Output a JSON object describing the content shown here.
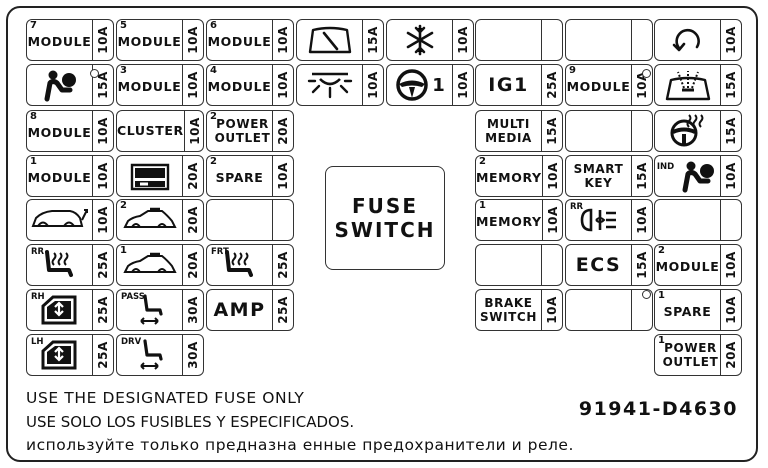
{
  "fuses": {
    "c1r1": {
      "num": "7",
      "label": "MODULE",
      "amp": "10A"
    },
    "c2r1": {
      "num": "5",
      "label": "MODULE",
      "amp": "10A"
    },
    "c3r1": {
      "num": "6",
      "label": "MODULE",
      "amp": "10A"
    },
    "c4r1": {
      "icon": "wiper-icon",
      "amp": "15A"
    },
    "c5r1": {
      "icon": "snowflake-icon",
      "amp": "10A"
    },
    "c6r1": {},
    "c7r1": {},
    "c8r1": {
      "icon": "refresh-icon",
      "amp": "10A"
    },
    "c1r2": {
      "icon": "airbag-icon",
      "amp": "15A"
    },
    "c2r2": {
      "num": "3",
      "label": "MODULE",
      "amp": "10A"
    },
    "c3r2": {
      "num": "4",
      "label": "MODULE",
      "amp": "10A"
    },
    "c4r2": {
      "icon": "room-lamp-icon",
      "amp": "10A"
    },
    "c5r2": {
      "icon": "steering-wheel-icon",
      "icon_text": "1",
      "amp": "10A"
    },
    "c6r2": {
      "label": "IG1",
      "amp": "25A"
    },
    "c7r2": {
      "num": "9",
      "label": "MODULE",
      "amp": "10A"
    },
    "c8r2": {
      "icon": "washer-icon",
      "amp": "15A"
    },
    "c1r3": {
      "num": "8",
      "label": "MODULE",
      "amp": "10A"
    },
    "c2r3": {
      "label": "CLUSTER",
      "amp": "10A"
    },
    "c3r3": {
      "num": "2",
      "label1": "POWER",
      "label2": "OUTLET",
      "amp": "20A"
    },
    "c6r3": {
      "label1": "MULTI",
      "label2": "MEDIA",
      "amp": "15A"
    },
    "c7r3": {},
    "c8r3": {
      "icon": "heated-wheel-icon",
      "amp": "15A"
    },
    "c1r4": {
      "num": "1",
      "label": "MODULE",
      "amp": "10A"
    },
    "c2r4": {
      "icon": "door-lock-icon",
      "amp": "20A"
    },
    "c3r4": {
      "num": "2",
      "label": "SPARE",
      "amp": "10A"
    },
    "c6r4": {
      "num": "2",
      "label": "MEMORY",
      "amp": "10A"
    },
    "c7r4": {
      "label1": "SMART",
      "label2": "KEY",
      "amp": "15A"
    },
    "c8r4": {
      "tag": "IND",
      "icon": "airbag-icon",
      "amp": "10A"
    },
    "c1r5": {
      "icon": "tailgate-icon",
      "amp": "10A"
    },
    "c2r5": {
      "num": "2",
      "icon": "sunroof-icon",
      "amp": "20A"
    },
    "c3r5": {},
    "c6r5": {
      "num": "1",
      "label": "MEMORY",
      "amp": "10A"
    },
    "c7r5": {
      "tag": "RR",
      "icon": "fog-lamp-icon",
      "amp": "10A"
    },
    "c8r5": {},
    "c1r6": {
      "tag": "RR",
      "icon": "seat-heater-icon",
      "amp": "25A"
    },
    "c2r6": {
      "num": "1",
      "icon": "sunroof-icon",
      "amp": "20A"
    },
    "c3r6": {
      "tag": "FRT",
      "icon": "seat-heater-icon",
      "amp": "25A"
    },
    "c6r6": {},
    "c7r6": {
      "label": "ECS",
      "amp": "15A"
    },
    "c8r6": {
      "num": "2",
      "label": "MODULE",
      "amp": "10A"
    },
    "c1r7": {
      "tag": "RH",
      "icon": "power-window-icon",
      "amp": "25A"
    },
    "c2r7": {
      "tag": "PASS",
      "icon": "power-seat-icon",
      "amp": "30A"
    },
    "c3r7": {
      "label": "AMP",
      "amp": "25A"
    },
    "c6r7": {
      "label1": "BRAKE",
      "label2": "SWITCH",
      "amp": "10A"
    },
    "c7r7": {},
    "c8r7": {
      "num": "1",
      "label": "SPARE",
      "amp": "10A"
    },
    "c1r8": {
      "tag": "LH",
      "icon": "power-window-icon",
      "amp": "25A"
    },
    "c2r8": {
      "tag": "DRV",
      "icon": "power-seat-icon",
      "amp": "30A"
    },
    "c8r8": {
      "num": "1",
      "label1": "POWER",
      "label2": "OUTLET",
      "amp": "20A"
    }
  },
  "switch": {
    "line1": "FUSE",
    "line2": "SWITCH"
  },
  "footer": {
    "english": "USE THE DESIGNATED FUSE ONLY",
    "spanish": "USE SOLO LOS FUSIBLES Y ESPECIFICADOS.",
    "russian": "используйте только предназна енные предохранители и реле.",
    "part_number": "91941-D4630"
  }
}
